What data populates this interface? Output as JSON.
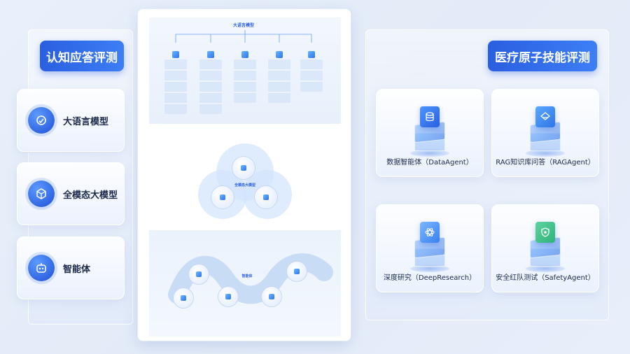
{
  "left": {
    "title": "认知应答评测",
    "items": [
      {
        "label": "大语言模型",
        "icon": "brain-icon"
      },
      {
        "label": "全模态大模型",
        "icon": "cube-icon"
      },
      {
        "label": "智能体",
        "icon": "robot-icon"
      }
    ]
  },
  "center": {
    "section1_title": "大语言模型",
    "section2_title": "全模态大模型",
    "section3_title": "智能体"
  },
  "right": {
    "title": "医疗原子技能评测",
    "cards": [
      {
        "label": "数据智能体（DataAgent）",
        "icon": "database-icon",
        "color": "#2f74e6"
      },
      {
        "label": "RAG知识库问答（RAGAgent）",
        "icon": "book-icon",
        "color": "#2f8ae6"
      },
      {
        "label": "深度研究（DeepResearch）",
        "icon": "atom-icon",
        "color": "#3a7ff0"
      },
      {
        "label": "安全红队测试（SafetyAgent）",
        "icon": "shield-bug-icon",
        "color": "#2eb37a"
      }
    ]
  },
  "colors": {
    "accent": "#2a5fe0",
    "green": "#2eb37a"
  }
}
